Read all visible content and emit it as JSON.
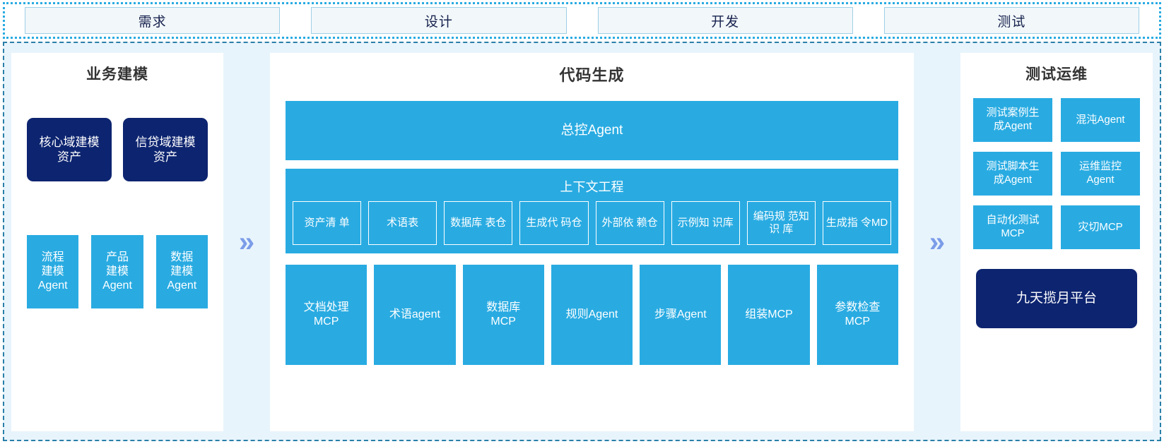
{
  "phases": [
    {
      "label": "需求"
    },
    {
      "label": "设计"
    },
    {
      "label": "开发"
    },
    {
      "label": "测试"
    }
  ],
  "arrows": {
    "glyph": "»"
  },
  "colors": {
    "cyan": "#29abe2",
    "navy": "#0d2470",
    "panel_bg": "#e8f4fc",
    "arrow": "#7b9ce8",
    "phase_text": "#16224d",
    "title": "#333333"
  },
  "left_panel": {
    "title": "业务建模",
    "assets": [
      {
        "label": "核心域建模\n资产"
      },
      {
        "label": "信贷域建模\n资产"
      }
    ],
    "agents": [
      {
        "label": "流程\n建模\nAgent"
      },
      {
        "label": "产品\n建模\nAgent"
      },
      {
        "label": "数据\n建模\nAgent"
      }
    ]
  },
  "center_panel": {
    "title": "代码生成",
    "control_agent": "总控Agent",
    "context": {
      "title": "上下文工程",
      "items": [
        {
          "label": "资产清\n单"
        },
        {
          "label": "术语表"
        },
        {
          "label": "数据库\n表仓"
        },
        {
          "label": "生成代\n码仓"
        },
        {
          "label": "外部依\n赖仓"
        },
        {
          "label": "示例知\n识库"
        },
        {
          "label": "编码规\n范知识\n库"
        },
        {
          "label": "生成指\n令MD"
        }
      ]
    },
    "mcps": [
      {
        "label": "文档处理\nMCP"
      },
      {
        "label": "术语agent"
      },
      {
        "label": "数据库\nMCP"
      },
      {
        "label": "规则Agent"
      },
      {
        "label": "步骤Agent"
      },
      {
        "label": "组装MCP"
      },
      {
        "label": "参数检查\nMCP"
      }
    ]
  },
  "right_panel": {
    "title": "测试运维",
    "items": [
      {
        "label": "测试案例生\n成Agent"
      },
      {
        "label": "混沌Agent"
      },
      {
        "label": "测试脚本生\n成Agent"
      },
      {
        "label": "运维监控\nAgent"
      },
      {
        "label": "自动化测试\nMCP"
      },
      {
        "label": "灾切MCP"
      }
    ],
    "platform": "九天揽月平台"
  }
}
